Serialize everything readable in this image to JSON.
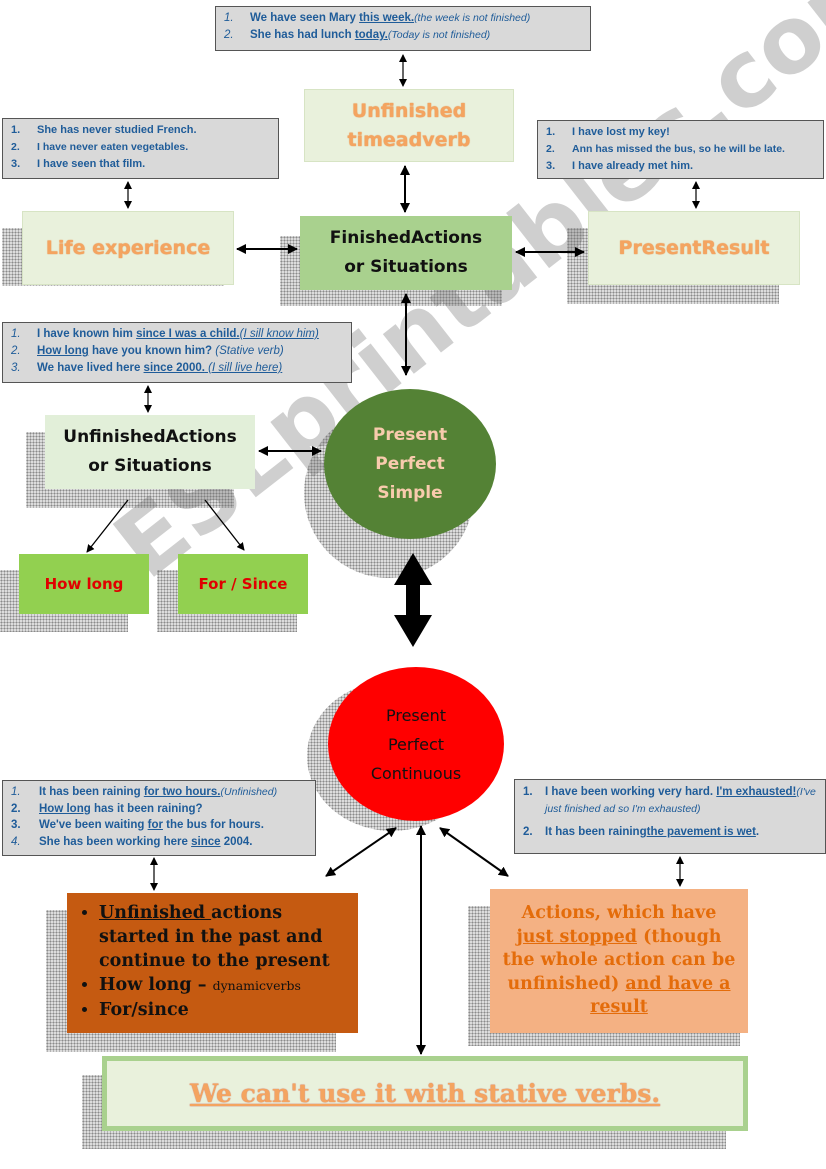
{
  "top_note": {
    "items": [
      {
        "num": "1.",
        "pre": "We have seen Mary ",
        "u": "this week.",
        "post": "",
        "it": "(the week is not finished)"
      },
      {
        "num": "2.",
        "pre": "She has had lunch ",
        "u": "today.",
        "post": "",
        "it": "(Today is not finished)"
      }
    ]
  },
  "unfinished_time_adverb": {
    "line1": "Unfinished",
    "line2": "timeadverb"
  },
  "life_note": {
    "items": [
      {
        "num": "1.",
        "text": "She has never studied French."
      },
      {
        "num": "2.",
        "text": "I have never eaten vegetables."
      },
      {
        "num": "3.",
        "text": "I have seen that film."
      }
    ]
  },
  "result_note": {
    "items": [
      {
        "num": "1.",
        "text": "I have lost my key!"
      },
      {
        "num": "2.",
        "text": "Ann has missed the bus, so he will be late."
      },
      {
        "num": "3.",
        "text": "I have already met him."
      }
    ]
  },
  "life_experience": "Life experience",
  "finished_actions": {
    "line1": "FinishedActions",
    "line2": "or Situations"
  },
  "present_result": "PresentResult",
  "unfinished_note": {
    "items": [
      {
        "num": "1.",
        "pre": "I have known him ",
        "u": "since I was a child.",
        "it": "(I sill know him)"
      },
      {
        "num": "2.",
        "u": "How long",
        "pre": " have you known him? ",
        "it": "(Stative verb)"
      },
      {
        "num": "3.",
        "pre": "We have lived here ",
        "u": "since 2000.",
        "it": " (I sill live  here)"
      }
    ]
  },
  "unfinished_actions": {
    "line1": "UnfinishedActions",
    "line2": "or Situations"
  },
  "how_long": "How long",
  "for_since": "For / Since",
  "pps": {
    "line1": "Present",
    "line2": "Perfect",
    "line3": "Simple"
  },
  "ppc": {
    "line1": "Present",
    "line2": "Perfect",
    "line3": "Continuous"
  },
  "ppc_left_note": {
    "items": [
      {
        "num": "1.",
        "pre": "It has been raining ",
        "u": "for two hours.",
        "it": "(Unfinished)"
      },
      {
        "num": "2.",
        "u": "How long",
        "pre": " has it been raining?"
      },
      {
        "num": "3.",
        "pre": "We've been waiting ",
        "u": "for",
        "post": " the bus for hours."
      },
      {
        "num": "4.",
        "pre": "She has been working here ",
        "u": "since",
        "post": " 2004."
      }
    ]
  },
  "ppc_right_note": {
    "item1_pre": "I have been working very hard. ",
    "item1_u": "I'm exhausted!",
    "item1_it": "(I've just finished ad so I'm exhausted)",
    "item2_pre": "It has been raining",
    "item2_u": "the pavement is wet",
    "item2_post": ".",
    "num1": "1.",
    "num2": "2."
  },
  "brown_box": {
    "b1_u": "Unfinished ",
    "b1_rest": "actions started in the past and continue to the present",
    "b2": "How long – ",
    "b2_small": "dynamicverbs",
    "b3": "For/since"
  },
  "peach_box": {
    "p1": "Actions, which have",
    "p2_u": "just stopped",
    "p2_rest": " (though the whole action can be unfinished) ",
    "p3_u": "and have a result"
  },
  "banner": "We can't use it with stative verbs.",
  "watermark": "ESLprintables.com",
  "colors": {
    "dark_green": "#548235",
    "red": "#ff0000",
    "pale_green": "#e9f1dc",
    "mid_green": "#a9d18e",
    "lime": "#92d050",
    "brown": "#c55a11",
    "peach": "#f4b183",
    "note_text": "#1f5c99"
  }
}
